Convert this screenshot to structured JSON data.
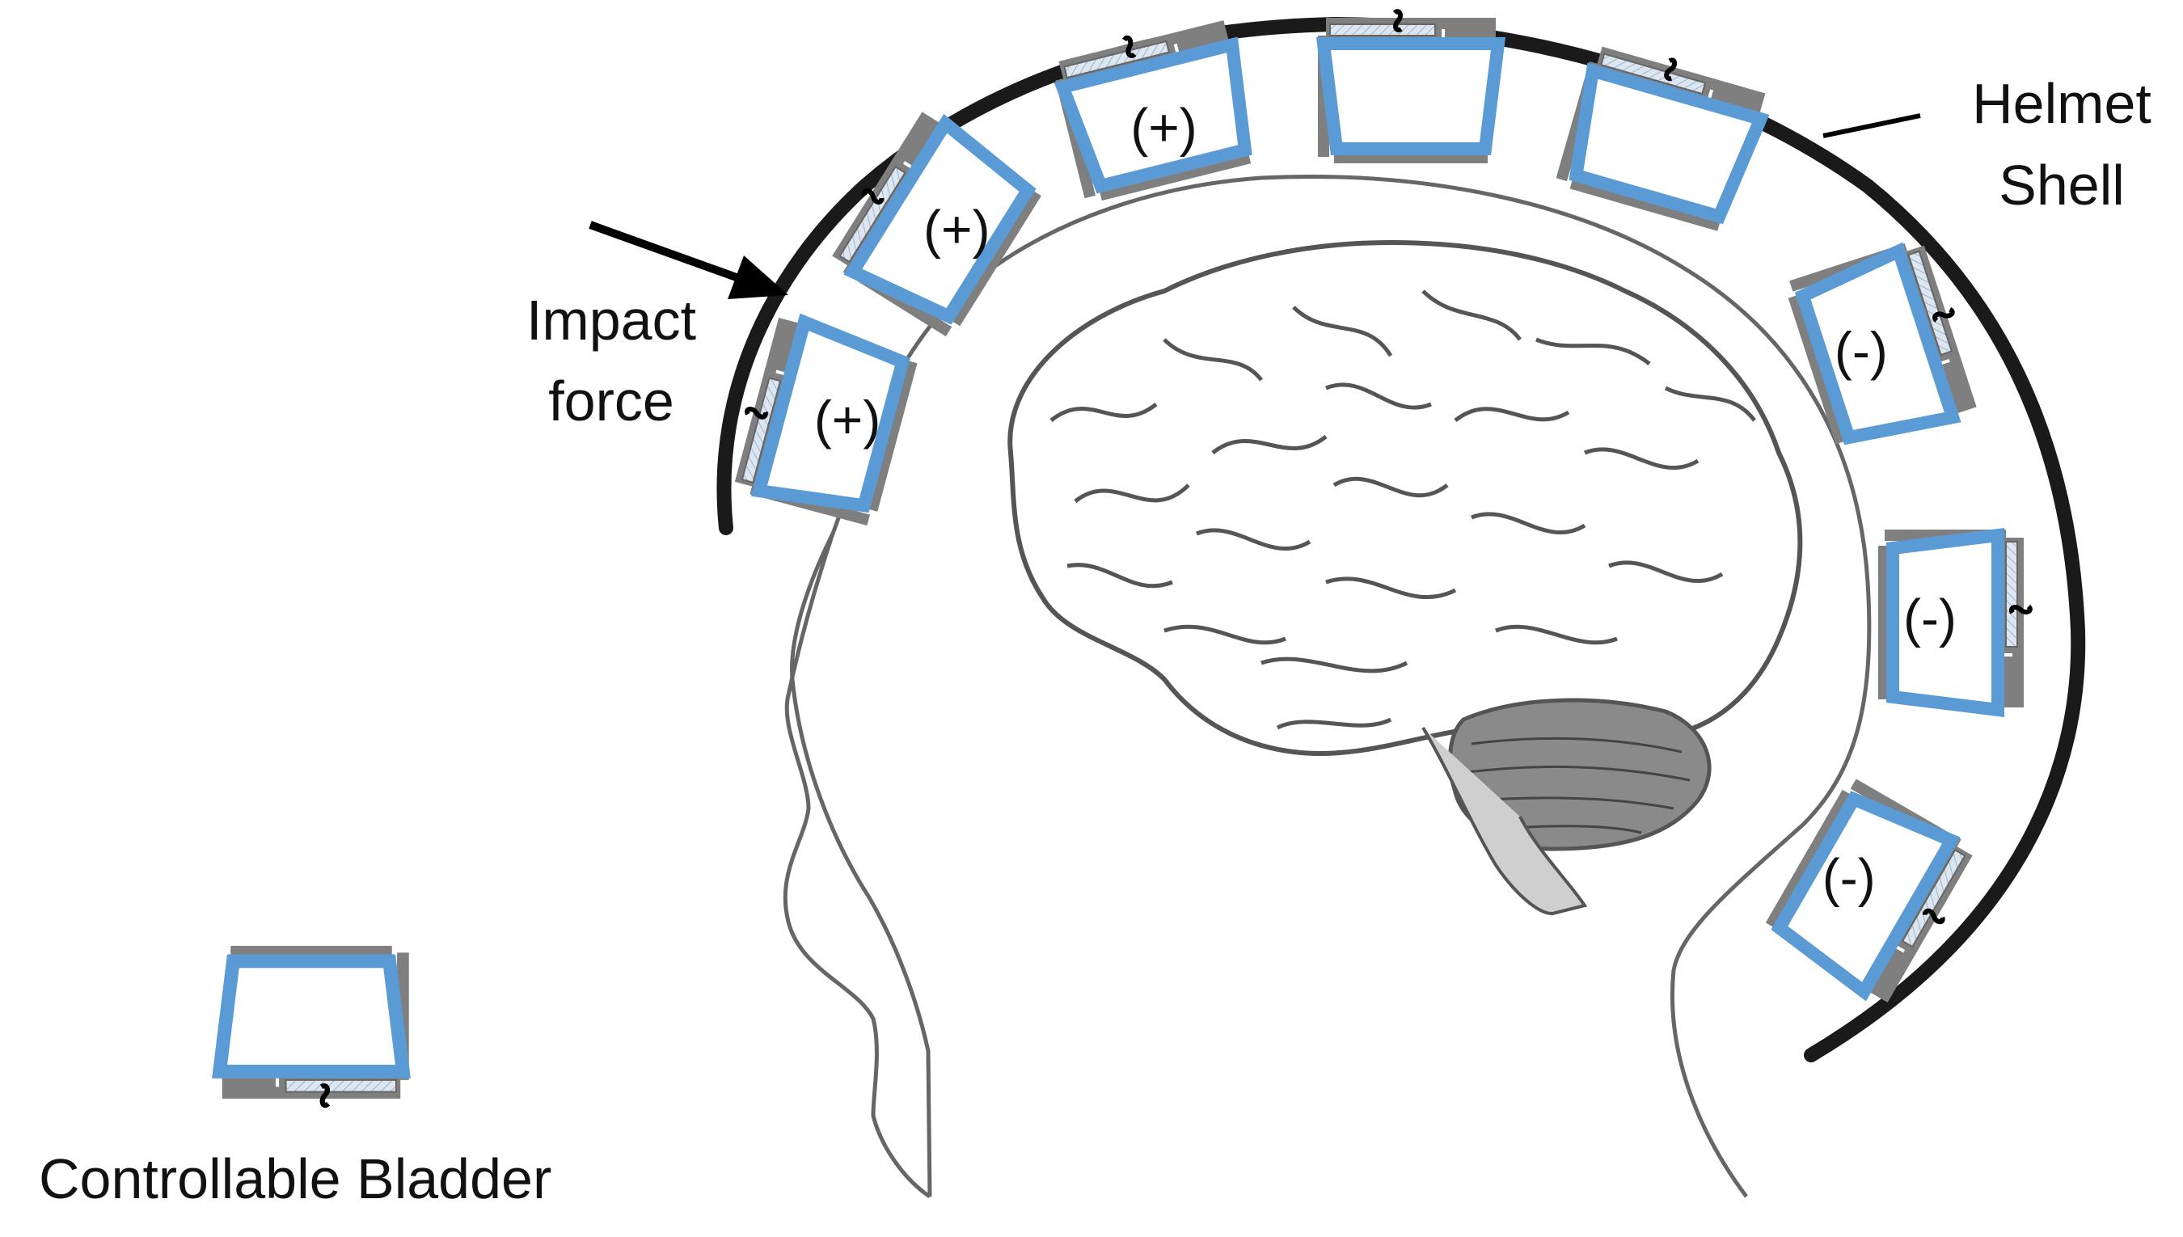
{
  "labels": {
    "impact_line1": "Impact",
    "impact_line2": "force",
    "helmet_line1": "Helmet",
    "helmet_line2": "Shell",
    "legend": "Controllable Bladder"
  },
  "bladders": [
    {
      "sign": "(+)"
    },
    {
      "sign": "(+)"
    },
    {
      "sign": "(+)"
    },
    {
      "sign": ""
    },
    {
      "sign": ""
    },
    {
      "sign": "(-)"
    },
    {
      "sign": "(-)"
    },
    {
      "sign": "(-)"
    }
  ],
  "colors": {
    "bladder_outline": "#5b9bd5",
    "plate": "#7f7f7f",
    "hatch": "#c9d7e6",
    "shell": "#1a1a1a",
    "brain_stroke": "#555555",
    "cerebellum": "#8a8a8a",
    "head_outline": "#666666"
  },
  "icons": {
    "impact": "arrow-icon",
    "bladder": "bladder-icon",
    "head": "head-silhouette-icon",
    "brain": "brain-icon"
  }
}
